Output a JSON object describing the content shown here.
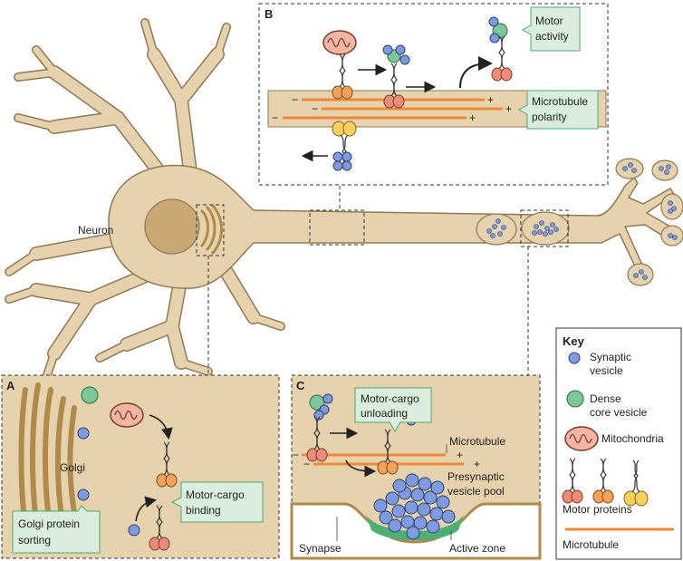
{
  "panels": {
    "a": {
      "letter": "A",
      "golgi_label": "Golgi",
      "callout_sorting": [
        "Golgi protein",
        "sorting"
      ],
      "callout_binding": [
        "Motor-cargo",
        "binding"
      ]
    },
    "b": {
      "letter": "B",
      "callout_motor": [
        "Motor",
        "activity"
      ],
      "callout_polarity": [
        "Microtubule",
        "polarity"
      ]
    },
    "c": {
      "letter": "C",
      "callout_unloading": [
        "Motor-cargo",
        "unloading"
      ],
      "microtubule_label": "Microtubule",
      "pool_label": [
        "Presynaptic",
        "vesicle pool"
      ],
      "synapse_label": "Synapse",
      "active_zone_label": "Active zone"
    }
  },
  "neuron": {
    "label": "Neuron"
  },
  "key": {
    "title": "Key",
    "items": {
      "synaptic": [
        "Synaptic",
        "vesicle"
      ],
      "dense": [
        "Dense",
        "core vesicle"
      ],
      "mito": "Mitochondria",
      "motor": "Motor proteins",
      "microtubule": "Microtubule"
    }
  },
  "signs": {
    "minus": "−",
    "plus": "+"
  },
  "colors": {
    "cytoplasm": "#e6d2ac",
    "cell_outline": "#8f7a55",
    "nucleus": "#c9a873",
    "golgi": "#b08a4a",
    "microtubule": "#f08a3a",
    "vesicle": "#7f9be0",
    "dense_vesicle": "#7cc79a",
    "mitochondria": "#f2b5a3",
    "motor_red": "#ee8c78",
    "motor_orange": "#f4a259",
    "motor_yellow": "#f7cf5a",
    "callout": "#d9eedd",
    "callout_border": "#4fa872",
    "active_zone": "#4caf73"
  }
}
